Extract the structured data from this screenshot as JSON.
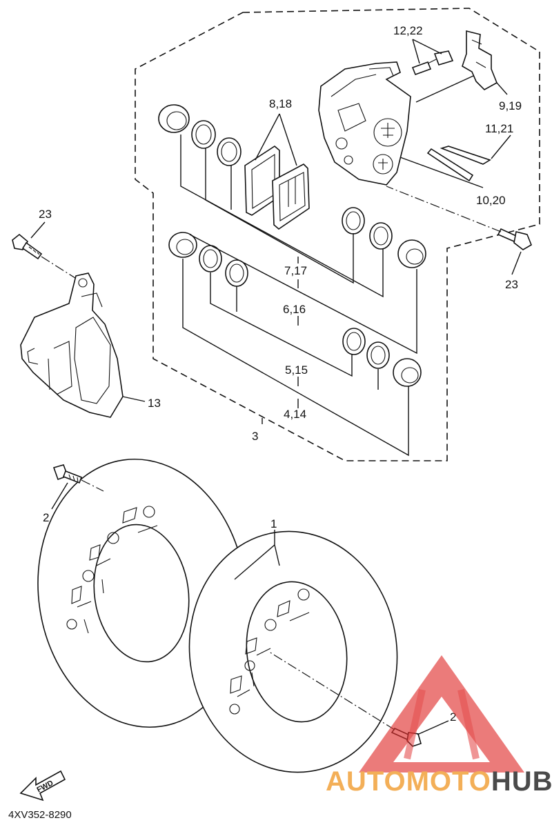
{
  "diagram": {
    "code": "4XV352-8290",
    "fwd": "FWD",
    "labels": {
      "l12_22": "12,22",
      "l9_19": "9,19",
      "l11_21": "11,21",
      "l10_20": "10,20",
      "l8_18": "8,18",
      "l23_left": "23",
      "l23_right": "23",
      "l7_17": "7,17",
      "l6_16": "6,16",
      "l5_15": "5,15",
      "l4_14": "4,14",
      "l3": "3",
      "l13": "13",
      "l1": "1",
      "l2_left": "2",
      "l2_right": "2"
    }
  },
  "watermark": {
    "brand_auto": "AUTO",
    "brand_moto": "MOTO",
    "brand_hub": "HUB",
    "colors": {
      "auto": "#f2a23c",
      "moto": "#f2a23c",
      "hub": "#2b2b2b",
      "triangle": "#e0302f"
    }
  }
}
